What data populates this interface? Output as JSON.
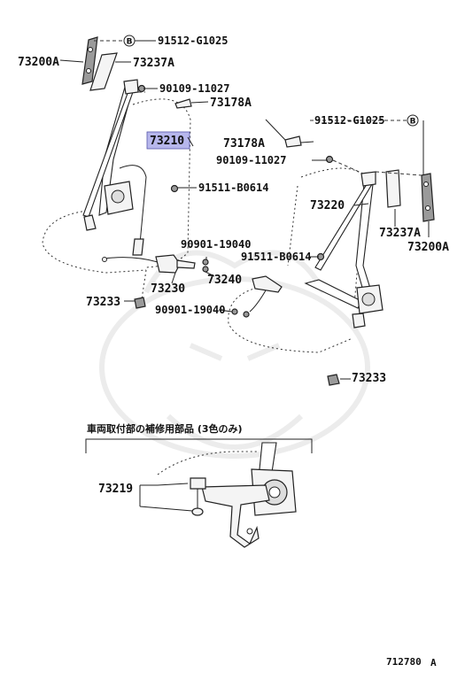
{
  "parts": {
    "p1": "91512-G1025",
    "p2": "73200A",
    "p3": "73237A",
    "p4": "90109-11027",
    "p5": "73178A",
    "p6": "73210",
    "p7": "91511-B0614",
    "p8": "91512-G1025",
    "p9": "73178A",
    "p10": "90109-11027",
    "p11": "73220",
    "p12": "73237A",
    "p13": "73200A",
    "p14": "90901-19040",
    "p15": "91511-B0614",
    "p16": "73230",
    "p17": "73240",
    "p18": "73233",
    "p19": "90901-19040",
    "p20": "73233",
    "p21": "73219"
  },
  "callout_symbol": "B",
  "section_title": "車両取付部の補修用部品 (3色のみ)",
  "reference_number": "712780",
  "reference_suffix": "A",
  "highlight_color": "#b7b7ec"
}
